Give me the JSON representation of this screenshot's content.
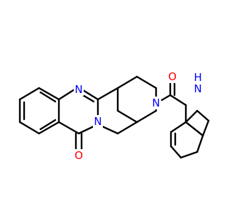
{
  "molecule": {
    "atoms": {
      "n1": {
        "symbol": "N",
        "color": "#0000ff"
      },
      "n3": {
        "symbol": "N",
        "color": "#0000ff"
      },
      "o4": {
        "symbol": "O",
        "color": "#ff0000"
      },
      "n_pip": {
        "symbol": "N",
        "color": "#0000ff"
      },
      "o_amide": {
        "symbol": "O",
        "color": "#ff0000"
      },
      "nh_indole": {
        "symbol": "H",
        "color": "#0000ff"
      },
      "n_indole": {
        "symbol": "N",
        "color": "#0000ff"
      }
    },
    "bond_color": "#000000"
  }
}
